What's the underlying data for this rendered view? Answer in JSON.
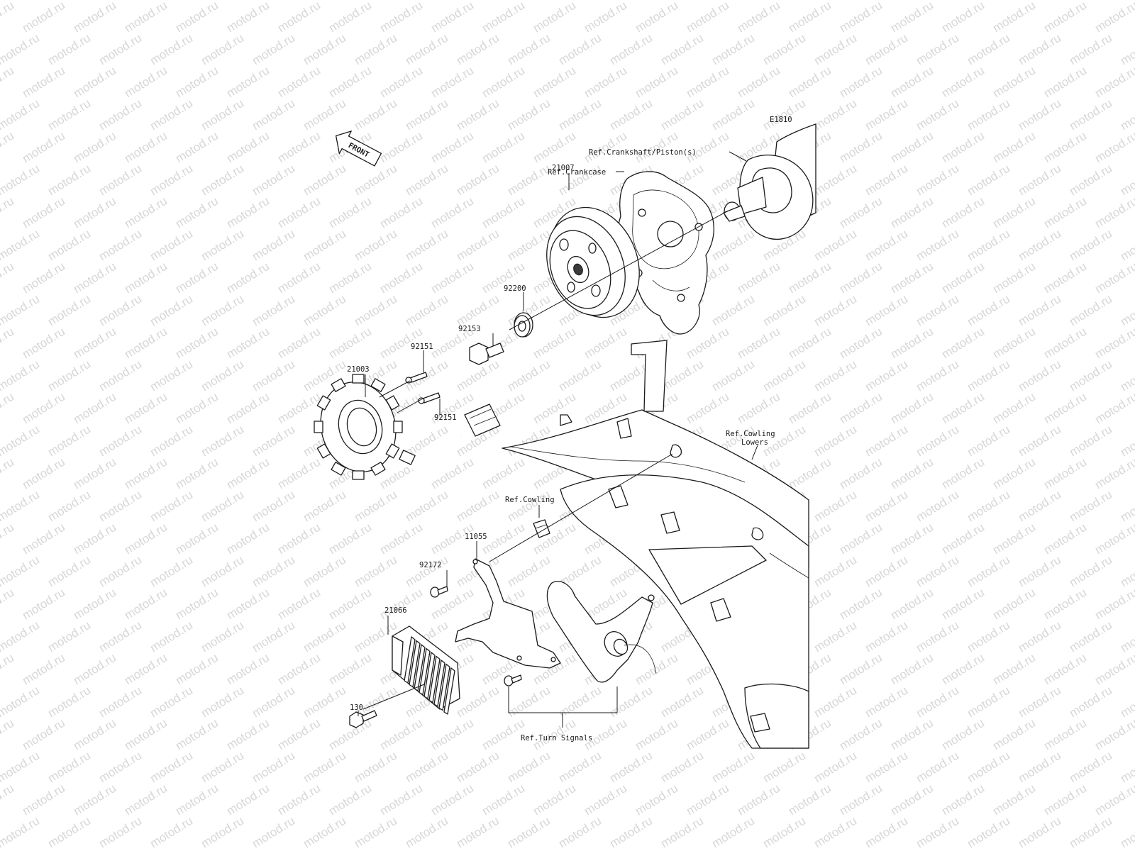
{
  "watermark": "motod.ru",
  "diagram_code": "E1810",
  "front_arrow_text": "FRONT",
  "labels": {
    "ref_crankshaft": "Ref.Crankshaft/Piston(s)",
    "ref_crankcase": "Ref.Crankcase",
    "p21007": "21007",
    "p92200": "92200",
    "p92153": "92153",
    "p92151_top": "92151",
    "p21003": "21003",
    "p92151_bottom": "92151",
    "ref_cowling_lowers_1": "Ref.Cowling",
    "ref_cowling_lowers_2": "Lowers",
    "ref_cowling": "Ref.Cowling",
    "p11055": "11055",
    "p92172": "92172",
    "p21066": "21066",
    "p130": "130",
    "ref_turn_signals": "Ref.Turn Signals"
  }
}
